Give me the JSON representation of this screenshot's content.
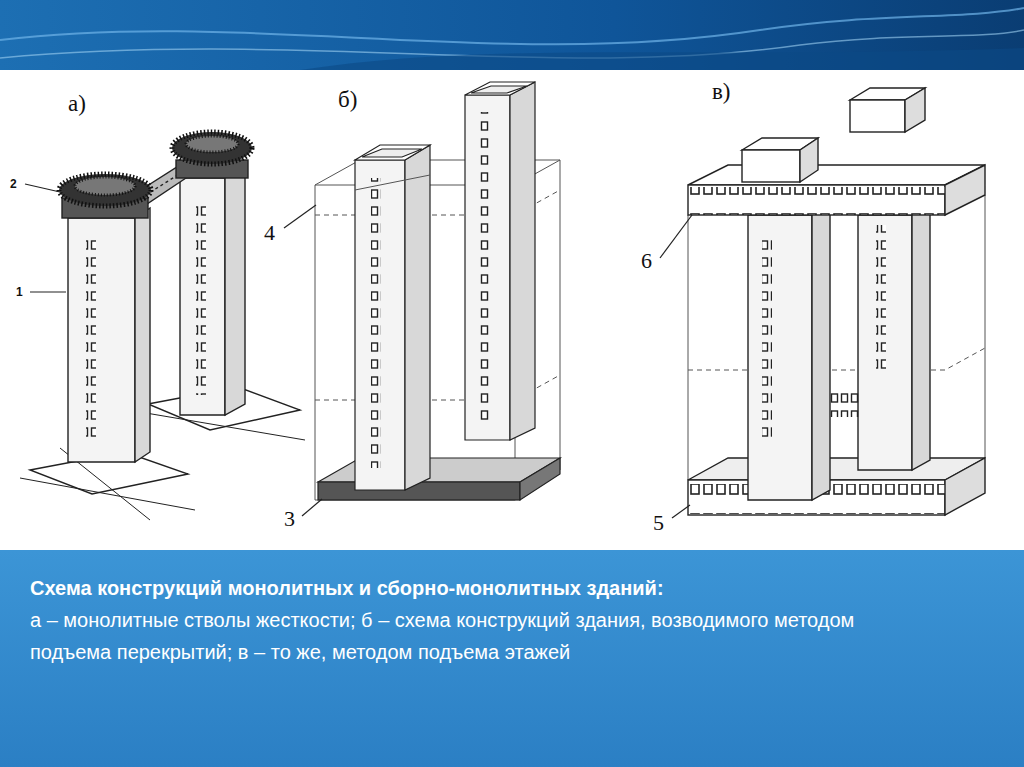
{
  "diagram": {
    "title": "Схема конструкций монолитных и сборно-монолитных зданий:",
    "caption": "а – монолитные стволы жесткости; б – схема конструкций здания, возводимого методом подъема перекрытий; в – то же, методом подъема этажей",
    "labels": [
      "а)",
      "2",
      "1",
      "б)",
      "4",
      "3",
      "в)",
      "6",
      "5"
    ]
  }
}
